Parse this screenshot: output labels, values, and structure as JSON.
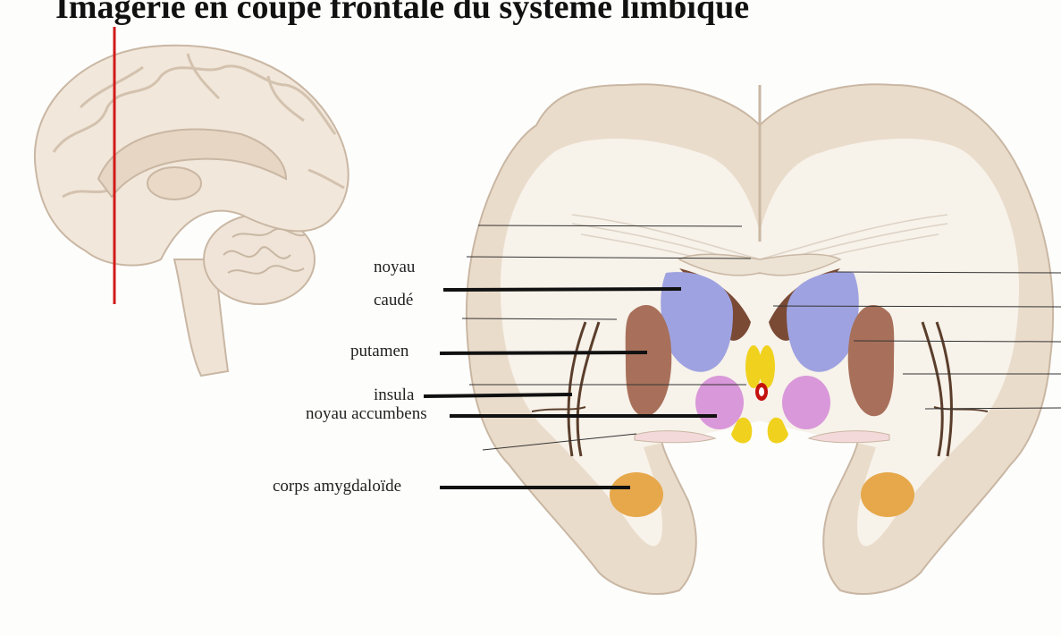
{
  "title": "Imagerie en coupe frontale du système limbique",
  "labels": {
    "noyau_caude_1": "noyau",
    "noyau_caude_2": "caudé",
    "putamen": "putamen",
    "insula": "insula",
    "noyau_accumbens": "noyau accumbens",
    "corps_amygdaloide": "corps amygdaloïde"
  },
  "colors": {
    "cortex": "#eadccb",
    "white_matter": "#f7f2ea",
    "sulcus": "#5a3e2b",
    "caudate": "#9ea2e0",
    "putamen": "#a8705a",
    "accumbens": "#d998d9",
    "amygdala": "#e6a84a",
    "yellow_struct": "#f0d21e",
    "cut_line": "#d11a1a"
  }
}
